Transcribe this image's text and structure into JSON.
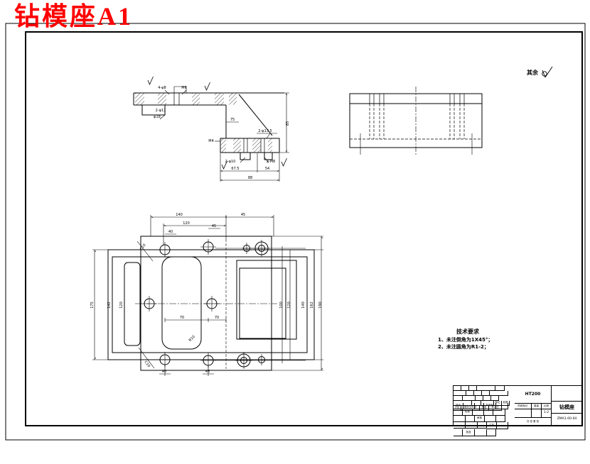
{
  "page": {
    "title": "钻模座A1"
  },
  "surface_note": {
    "text": "其余"
  },
  "tech_requirements": {
    "heading": "技术要求",
    "item1": "1、未注倒角为1X45°；",
    "item2": "2、未注圆角为R1-2；"
  },
  "dims": {
    "sec": {
      "h": "85",
      "leg": "75",
      "f1": "67.5",
      "f2": "54",
      "f3": "88",
      "c1": "2-φ11",
      "c2": "φ18",
      "c3": "2-φ10",
      "c4": "2-M8",
      "c5": "2-φ13.5",
      "c6": "M4",
      "c7": "4-φ8",
      "c8": "M6"
    },
    "plan": {
      "t1": "140",
      "t2": "45",
      "t3": "120",
      "t4": "40",
      "t5": "45",
      "i1": "70",
      "i2": "70",
      "b1": "40",
      "b2": "45",
      "l1": "175",
      "l2": "142",
      "l3": "120",
      "r1": "100",
      "r2": "120",
      "r3": "140",
      "r4": "162",
      "r5": "190",
      "rad": "R10",
      "ch1": "C10",
      "ch2": "C10"
    }
  },
  "title_block": {
    "rev_header": [
      "标记",
      "处数",
      "分区",
      "更改文件号",
      "签名",
      "年月日"
    ],
    "row_design": "设计",
    "row_check": "校核",
    "row_review": "审核",
    "row_process": "工艺",
    "std": "标准化",
    "approve": "批准",
    "material": "HT200",
    "stage": "阶段标记",
    "weight": "重量",
    "scale": "比例",
    "scale_value": "1:2",
    "sheet": "共 张 第 张",
    "part_name": "钻模座",
    "drawing_no": "ZMA1-00-04"
  }
}
